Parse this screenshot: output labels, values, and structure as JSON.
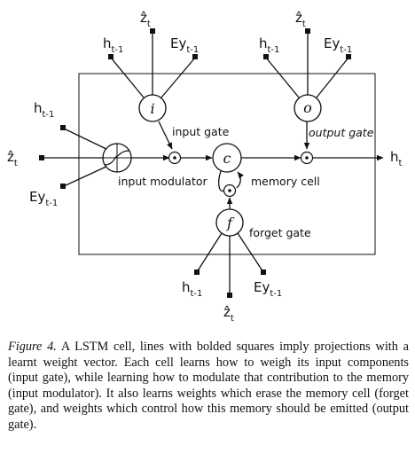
{
  "labels": {
    "h_t_minus_1": "h",
    "Ey_t_minus_1": "Ey",
    "z_hat": "ẑ",
    "h_t": "h",
    "sub_t_minus_1": "t-1",
    "sub_t": "t"
  },
  "nodes": {
    "input_gate_symbol": "i",
    "output_gate_symbol": "o",
    "memory_cell_symbol": "c",
    "forget_gate_symbol": "f"
  },
  "annotations": {
    "input_gate": "input gate",
    "output_gate": "output gate",
    "input_modulator": "input modulator",
    "memory_cell": "memory cell",
    "forget_gate": "forget gate"
  },
  "caption": {
    "figure_label": "Figure 4.",
    "text": "A LSTM cell, lines with bolded squares imply projections with a learnt weight vector. Each cell learns how to weigh its input components (input gate), while learning how to modulate that contribution to the memory (input modulator). It also learns weights which erase the memory cell (forget gate), and weights which control how this memory should be emitted (output gate)."
  }
}
